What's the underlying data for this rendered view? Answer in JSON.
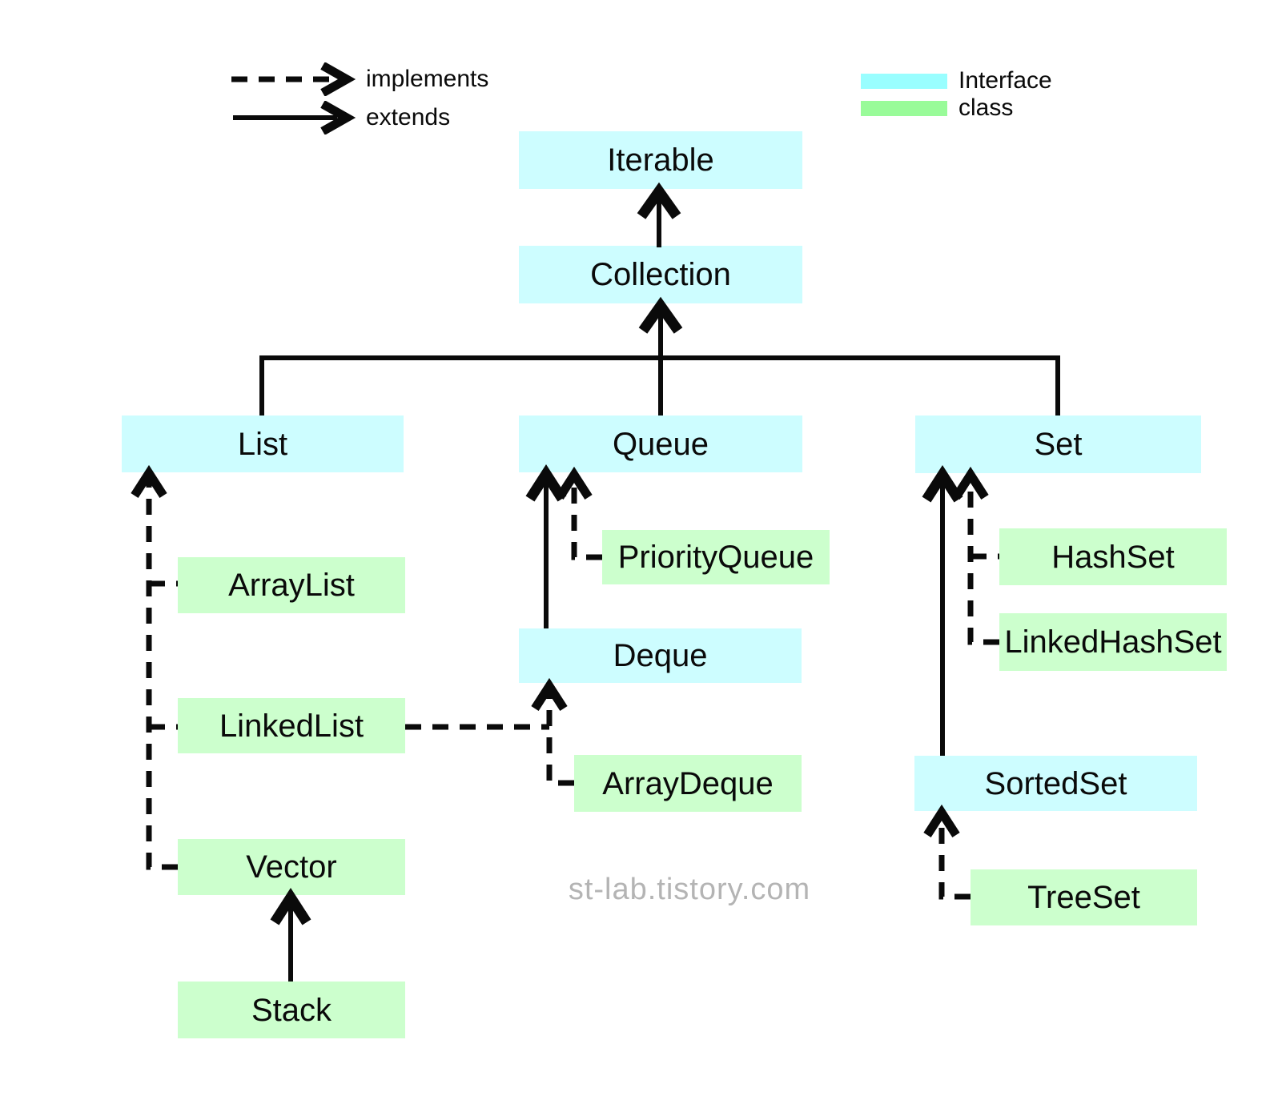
{
  "legend": {
    "implements_label": "implements",
    "extends_label": "extends",
    "interface_label": "Interface",
    "class_label": "class"
  },
  "colors": {
    "interface_fill": "#cdfdff",
    "class_fill": "#ccffcd",
    "legend_interface_swatch": "#99feff",
    "legend_class_swatch": "#99fb99",
    "line": "#0a0a0a",
    "watermark": "#b4b4b4"
  },
  "nodes": {
    "iterable": {
      "label": "Iterable",
      "type": "interface"
    },
    "collection": {
      "label": "Collection",
      "type": "interface"
    },
    "list": {
      "label": "List",
      "type": "interface"
    },
    "queue": {
      "label": "Queue",
      "type": "interface"
    },
    "set": {
      "label": "Set",
      "type": "interface"
    },
    "arraylist": {
      "label": "ArrayList",
      "type": "class"
    },
    "linkedlist": {
      "label": "LinkedList",
      "type": "class"
    },
    "vector": {
      "label": "Vector",
      "type": "class"
    },
    "stack": {
      "label": "Stack",
      "type": "class"
    },
    "priorityqueue": {
      "label": "PriorityQueue",
      "type": "class"
    },
    "deque": {
      "label": "Deque",
      "type": "interface"
    },
    "arraydeque": {
      "label": "ArrayDeque",
      "type": "class"
    },
    "hashset": {
      "label": "HashSet",
      "type": "class"
    },
    "linkedhashset": {
      "label": "LinkedHashSet",
      "type": "class"
    },
    "sortedset": {
      "label": "SortedSet",
      "type": "interface"
    },
    "treeset": {
      "label": "TreeSet",
      "type": "class"
    }
  },
  "edges": [
    {
      "from": "Collection",
      "to": "Iterable",
      "relation": "extends"
    },
    {
      "from": "List",
      "to": "Collection",
      "relation": "extends"
    },
    {
      "from": "Queue",
      "to": "Collection",
      "relation": "extends"
    },
    {
      "from": "Set",
      "to": "Collection",
      "relation": "extends"
    },
    {
      "from": "ArrayList",
      "to": "List",
      "relation": "implements"
    },
    {
      "from": "LinkedList",
      "to": "List",
      "relation": "implements"
    },
    {
      "from": "Vector",
      "to": "List",
      "relation": "implements"
    },
    {
      "from": "Stack",
      "to": "Vector",
      "relation": "extends"
    },
    {
      "from": "PriorityQueue",
      "to": "Queue",
      "relation": "implements"
    },
    {
      "from": "Deque",
      "to": "Queue",
      "relation": "extends"
    },
    {
      "from": "LinkedList",
      "to": "Deque",
      "relation": "implements"
    },
    {
      "from": "ArrayDeque",
      "to": "Deque",
      "relation": "implements"
    },
    {
      "from": "HashSet",
      "to": "Set",
      "relation": "implements"
    },
    {
      "from": "LinkedHashSet",
      "to": "Set",
      "relation": "implements"
    },
    {
      "from": "SortedSet",
      "to": "Set",
      "relation": "extends"
    },
    {
      "from": "TreeSet",
      "to": "SortedSet",
      "relation": "implements"
    }
  ],
  "watermark": "st-lab.tistory.com"
}
